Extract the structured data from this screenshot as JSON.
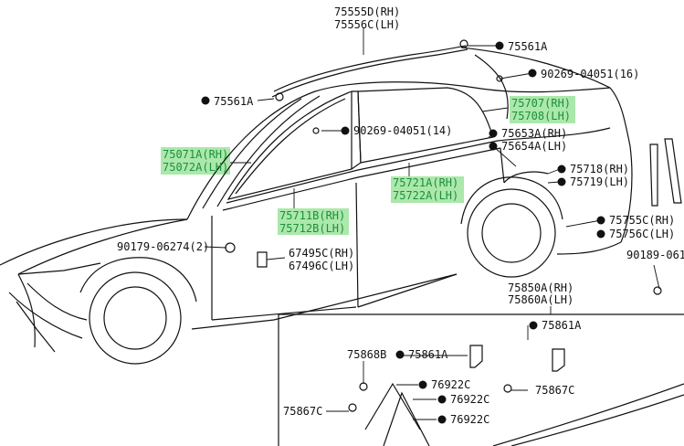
{
  "labels": {
    "top_rh": "75555D(RH)",
    "top_lh": "75556C(LH)",
    "l75561a_top": "75561A",
    "l90269_16": "90269-04051(16)",
    "l75561a_left": "75561A",
    "l90269_14": "90269-04051(14)",
    "l75707": "75707(RH)",
    "l75708": "75708(LH)",
    "l75071": "75071A(RH)",
    "l75072": "75072A(LH)",
    "l75653": "75653A(RH)",
    "l75654": "75654A(LH)",
    "l75721": "75721A(RH)",
    "l75722": "75722A(LH)",
    "l75711": "75711B(RH)",
    "l75712": "75712B(LH)",
    "l75718": "75718(RH)",
    "l75719": "75719(LH)",
    "l90179": "90179-06274(2)",
    "l67495": "67495C(RH)",
    "l67496": "67496C(LH)",
    "l75755": "75755C(RH)",
    "l75756": "75756C(LH)",
    "l90189": "90189-061",
    "l75850": "75850A(RH)",
    "l75860": "75860A(LH)",
    "l75861a_a": "75861A",
    "l75868b": "75868B",
    "l75861a_b": "75861A",
    "l76922c_a": "76922C",
    "l76922c_b": "76922C",
    "l75867c_a": "75867C",
    "l75867c_b": "75867C",
    "l76922c_c": "76922C"
  }
}
